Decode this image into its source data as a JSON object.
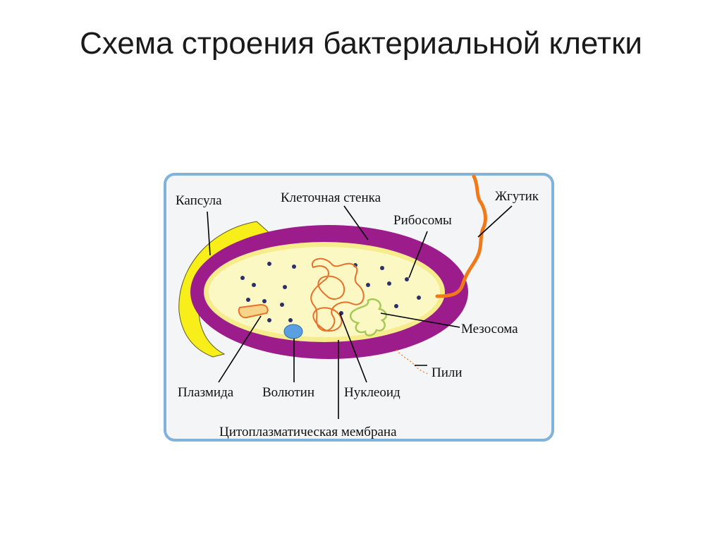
{
  "slide": {
    "title": "Схема строения бактериальной клетки"
  },
  "diagram": {
    "labels": {
      "capsule": "Капсула",
      "cell_wall": "Клеточная стенка",
      "ribosomes": "Рибосомы",
      "flagellum": "Жгутик",
      "mesosome": "Мезосома",
      "pili": "Пили",
      "plasmid": "Плазмида",
      "volutin": "Волютин",
      "nucleoid": "Нуклеоид",
      "cytoplasmic_membrane": "Цитоплазматическая мембрана"
    },
    "colors": {
      "frame": "#7fb3dc",
      "background": "#f4f5f7",
      "capsule": "#f7ee1a",
      "cell_wall": "#9b1c8a",
      "membrane": "#f7ec8c",
      "cytoplasm": "#fbf8c4",
      "nucleoid": "#e8702a",
      "mesosome": "#a7c957",
      "flagellum": "#f07a1a",
      "volutin": "#5aa0e0",
      "ribosome": "#2b2f6b"
    }
  }
}
